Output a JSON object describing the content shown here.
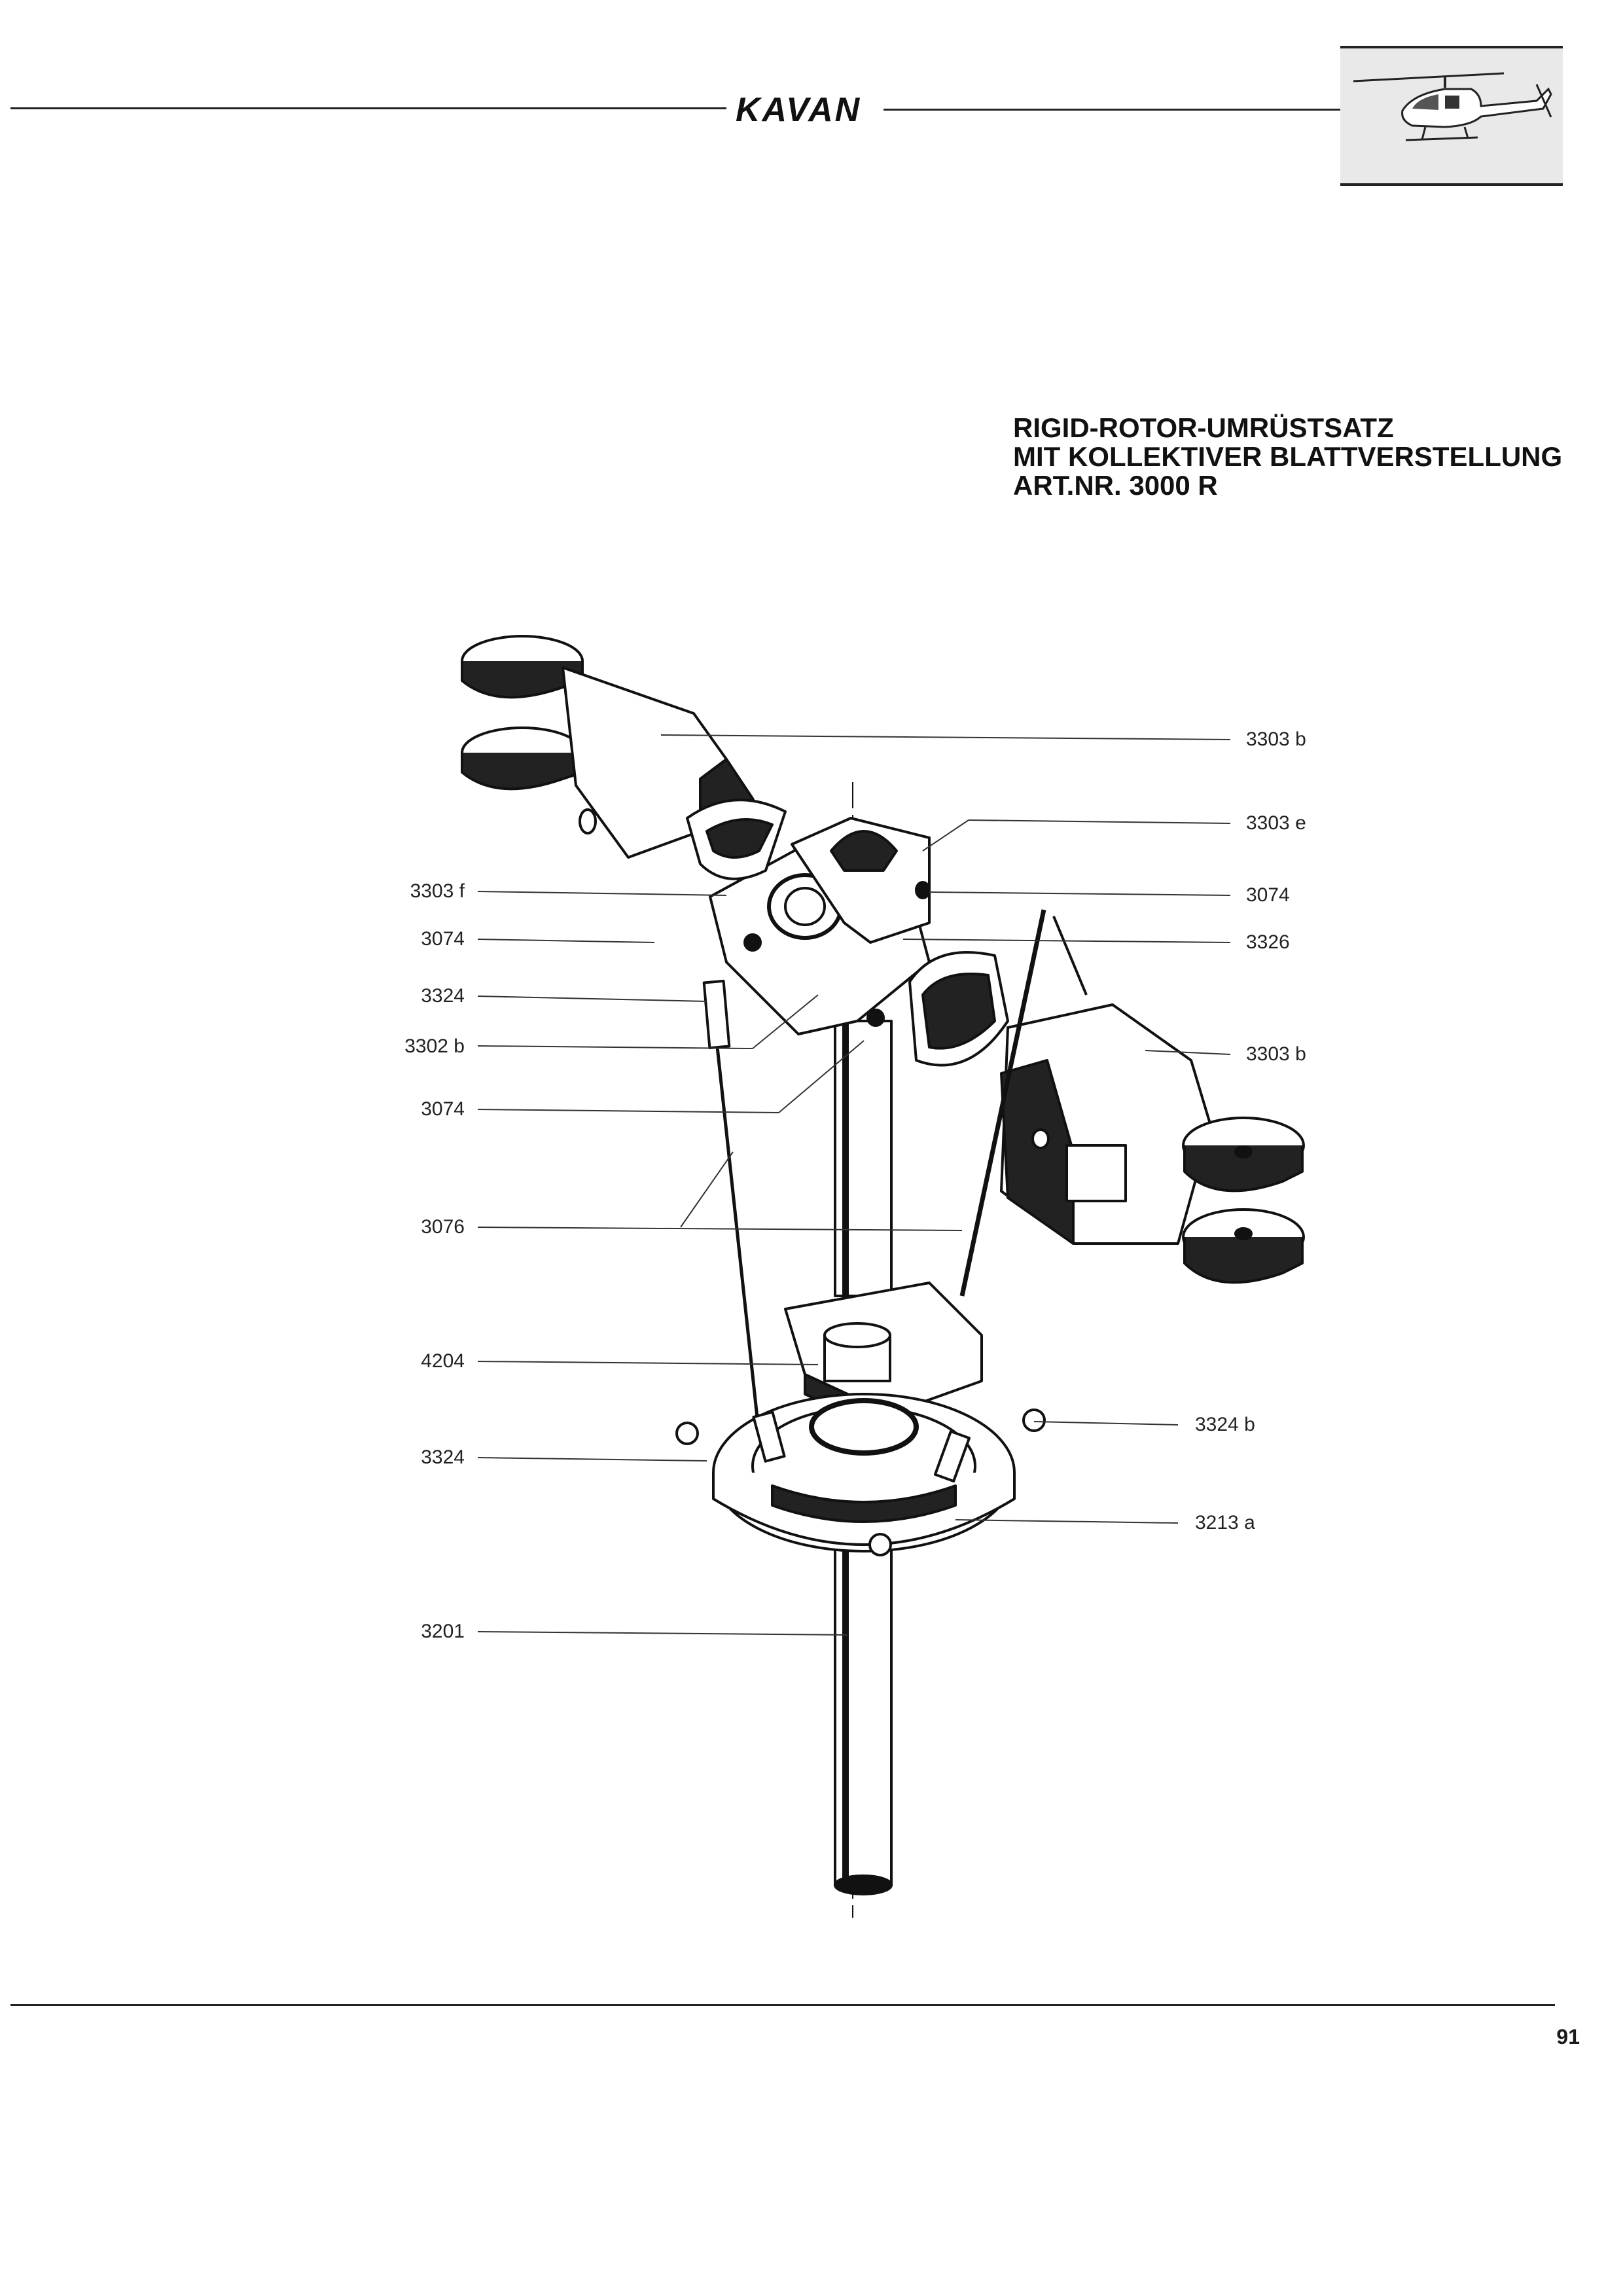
{
  "header": {
    "brand": "KAVAN",
    "thumbnail_icon": "helicopter-icon"
  },
  "title": {
    "line1": "RIGID-ROTOR-UMRÜSTSATZ",
    "line2": "MIT KOLLEKTIVER BLATTVERSTELLUNG",
    "line3": "ART.NR. 3000 R"
  },
  "parts_left": [
    "3303 f",
    "3074",
    "3324",
    "3302 b",
    "3074",
    "3076",
    "4204",
    "3324",
    "3201"
  ],
  "parts_right": [
    "3303 b",
    "3303 e",
    "3074",
    "3326",
    "3303 b",
    "3324 b",
    "3213 a"
  ],
  "footer": {
    "page_number": "91"
  }
}
